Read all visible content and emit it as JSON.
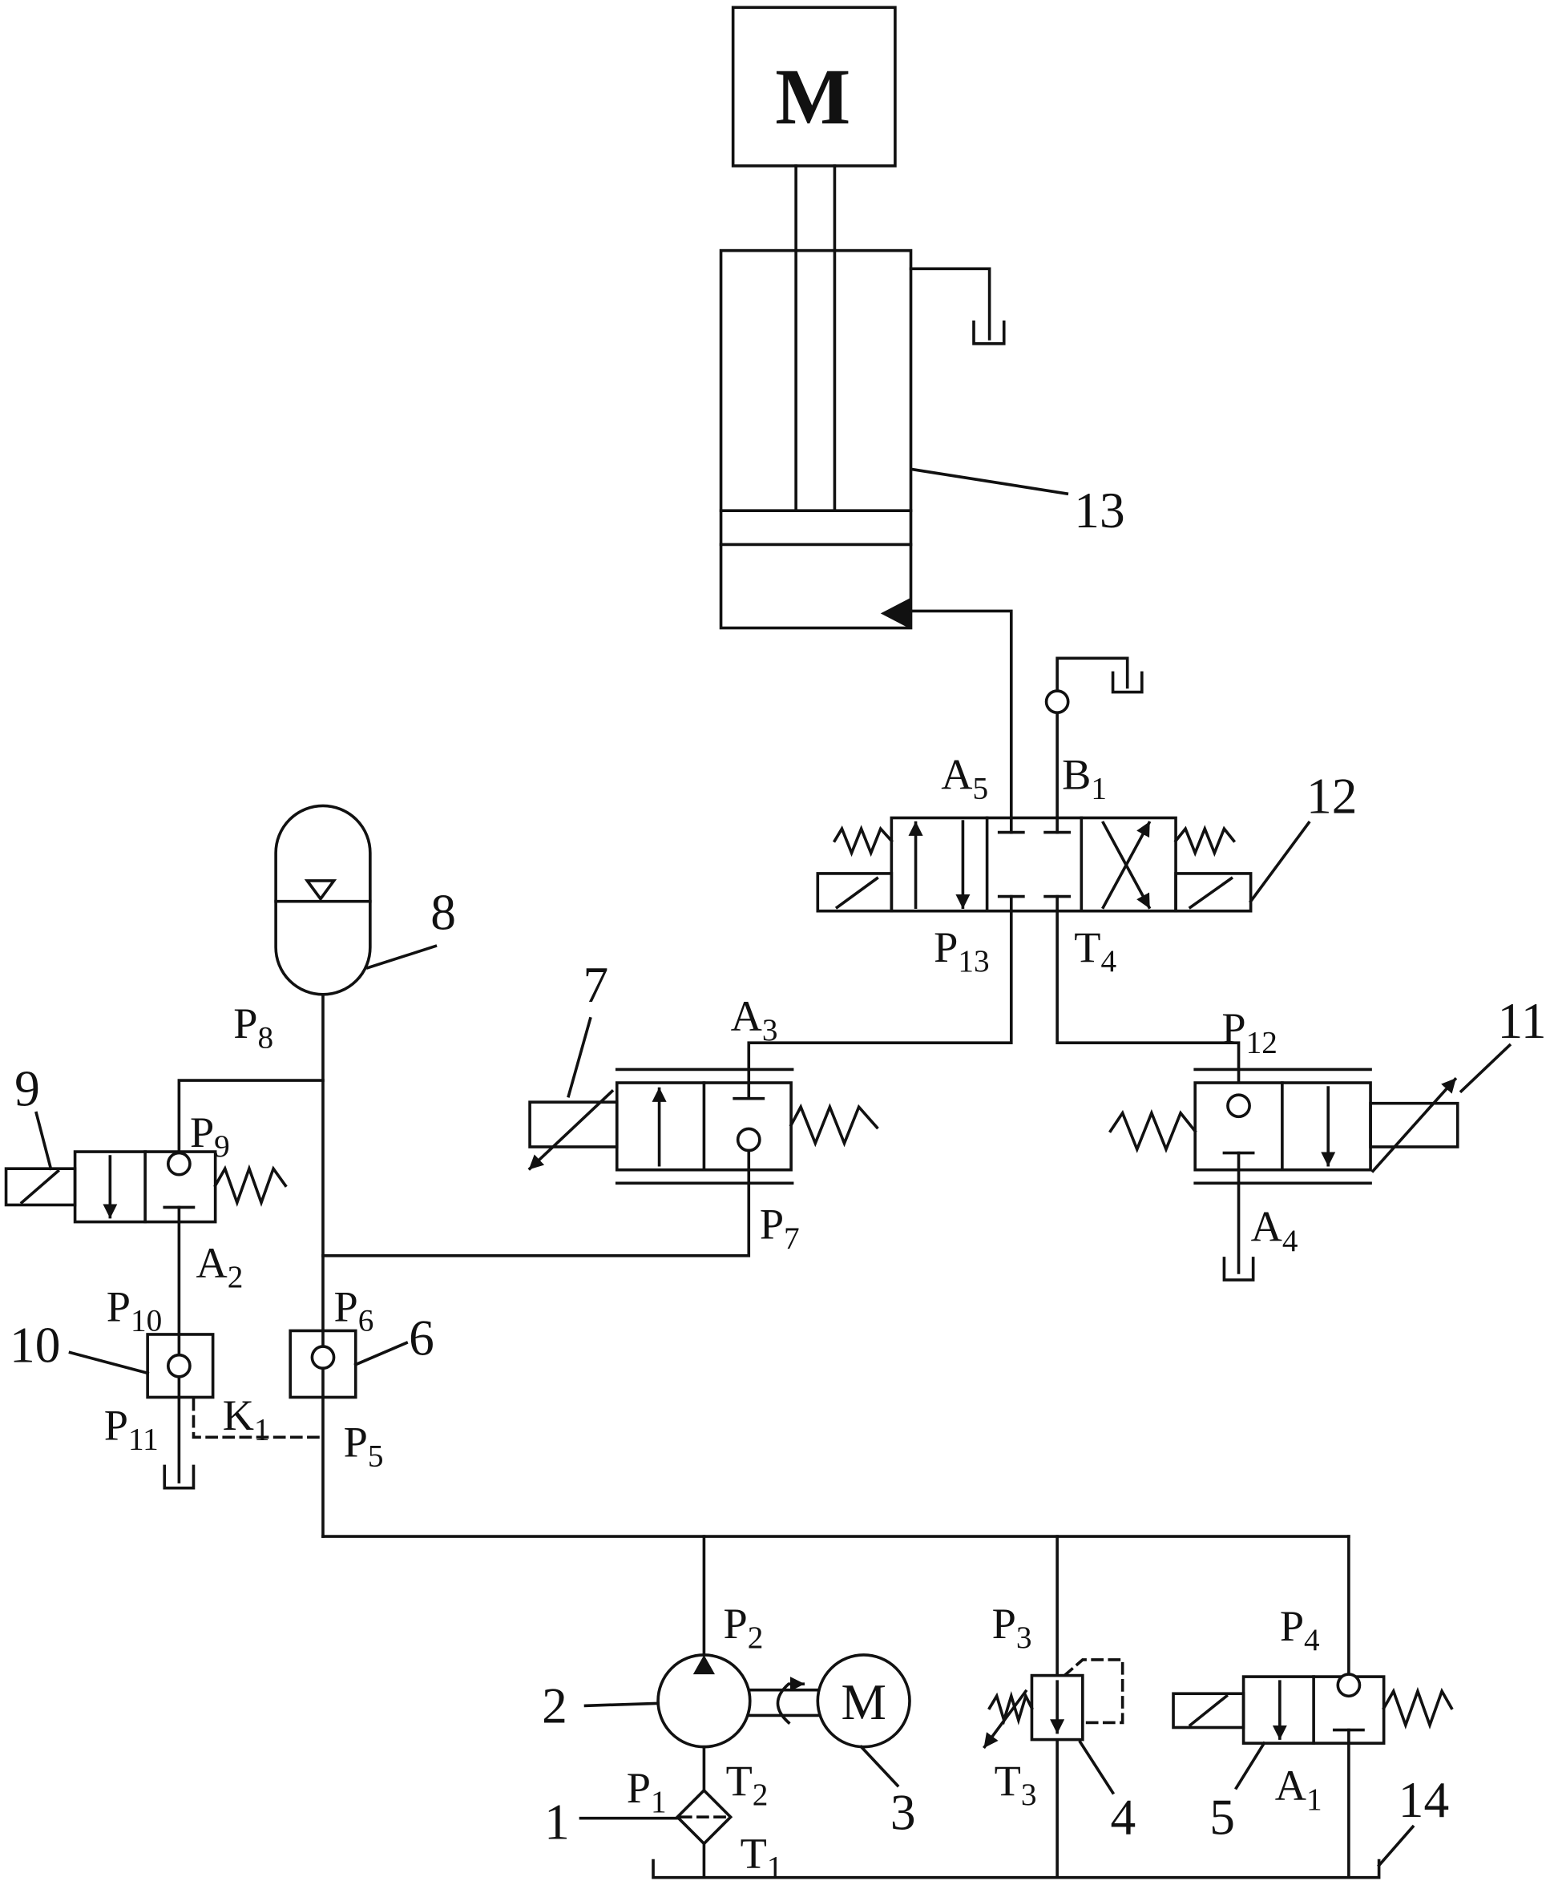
{
  "motors": {
    "main_drive": "M",
    "pump_drive": "M"
  },
  "component_numbers": {
    "filter": "1",
    "pump": "2",
    "pump_motor": "3",
    "relief_valve": "4",
    "valve_5": "5",
    "check_valve_6": "6",
    "valve_7": "7",
    "accumulator": "8",
    "valve_9": "9",
    "valve_10": "10",
    "valve_11": "11",
    "valve_12": "12",
    "cylinder": "13",
    "reservoir": "14"
  },
  "ports": {
    "P1": {
      "letter": "P",
      "sub": "1"
    },
    "P2": {
      "letter": "P",
      "sub": "2"
    },
    "P3": {
      "letter": "P",
      "sub": "3"
    },
    "P4": {
      "letter": "P",
      "sub": "4"
    },
    "P5": {
      "letter": "P",
      "sub": "5"
    },
    "P6": {
      "letter": "P",
      "sub": "6"
    },
    "P7": {
      "letter": "P",
      "sub": "7"
    },
    "P8": {
      "letter": "P",
      "sub": "8"
    },
    "P9": {
      "letter": "P",
      "sub": "9"
    },
    "P10": {
      "letter": "P",
      "sub": "10"
    },
    "P11": {
      "letter": "P",
      "sub": "11"
    },
    "P12": {
      "letter": "P",
      "sub": "12"
    },
    "P13": {
      "letter": "P",
      "sub": "13"
    },
    "T1": {
      "letter": "T",
      "sub": "1"
    },
    "T2": {
      "letter": "T",
      "sub": "2"
    },
    "T3": {
      "letter": "T",
      "sub": "3"
    },
    "T4": {
      "letter": "T",
      "sub": "4"
    },
    "A1": {
      "letter": "A",
      "sub": "1"
    },
    "A2": {
      "letter": "A",
      "sub": "2"
    },
    "A3": {
      "letter": "A",
      "sub": "3"
    },
    "A4": {
      "letter": "A",
      "sub": "4"
    },
    "A5": {
      "letter": "A",
      "sub": "5"
    },
    "B1": {
      "letter": "B",
      "sub": "1"
    },
    "K1": {
      "letter": "K",
      "sub": "1"
    }
  }
}
